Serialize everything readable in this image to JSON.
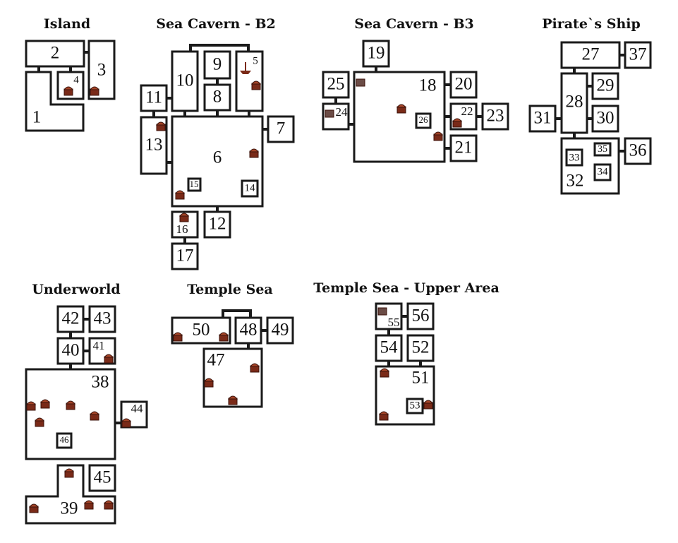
{
  "areas": [
    {
      "id": "island",
      "title": "Island",
      "rooms": [
        "1",
        "2",
        "3",
        "4"
      ]
    },
    {
      "id": "sea-cavern-b2",
      "title": "Sea Cavern - B2",
      "rooms": [
        "5",
        "6",
        "7",
        "8",
        "9",
        "10",
        "11",
        "12",
        "13",
        "14",
        "15",
        "16",
        "17"
      ]
    },
    {
      "id": "sea-cavern-b3",
      "title": "Sea Cavern - B3",
      "rooms": [
        "18",
        "19",
        "20",
        "21",
        "22",
        "23",
        "24",
        "25",
        "26"
      ]
    },
    {
      "id": "pirates-ship",
      "title": "Pirate`s Ship",
      "rooms": [
        "27",
        "28",
        "29",
        "30",
        "31",
        "32",
        "33",
        "34",
        "35",
        "36",
        "37"
      ]
    },
    {
      "id": "underworld",
      "title": "Underworld",
      "rooms": [
        "38",
        "39",
        "40",
        "41",
        "42",
        "43",
        "44",
        "45",
        "46"
      ]
    },
    {
      "id": "temple-sea",
      "title": "Temple Sea",
      "rooms": [
        "47",
        "48",
        "49",
        "50"
      ]
    },
    {
      "id": "temple-sea-upper",
      "title": "Temple Sea - Upper Area",
      "rooms": [
        "51",
        "52",
        "53",
        "54",
        "55",
        "56"
      ]
    }
  ],
  "colors": {
    "background": "#ffffff",
    "wall": "#1a1a1a",
    "chest": "#7a2a18",
    "chest_lid": "#a64528"
  }
}
